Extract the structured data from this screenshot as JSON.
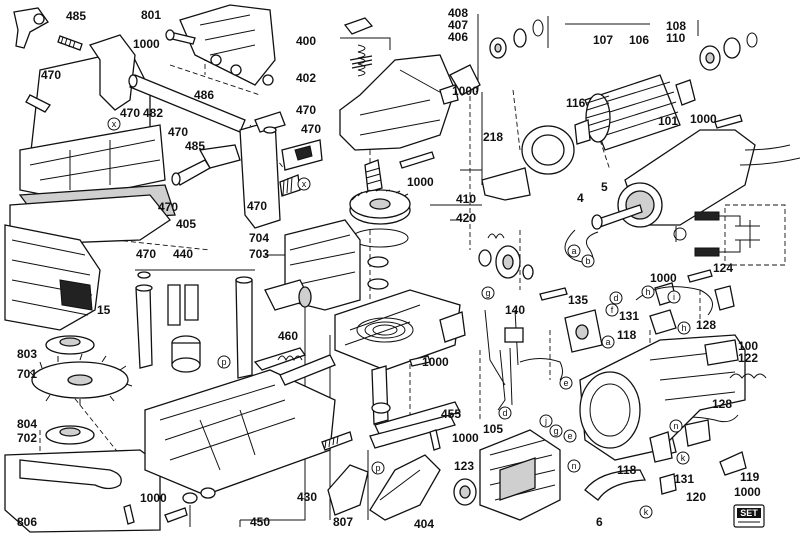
{
  "diagram": {
    "part_labels": [
      {
        "id": "485a",
        "text": "485"
      },
      {
        "id": "801",
        "text": "801"
      },
      {
        "id": "1000a",
        "text": "1000"
      },
      {
        "id": "400",
        "text": "400"
      },
      {
        "id": "408",
        "text": "408"
      },
      {
        "id": "407",
        "text": "407"
      },
      {
        "id": "406",
        "text": "406"
      },
      {
        "id": "108",
        "text": "108"
      },
      {
        "id": "110",
        "text": "110"
      },
      {
        "id": "107",
        "text": "107"
      },
      {
        "id": "106",
        "text": "106"
      },
      {
        "id": "470a",
        "text": "470"
      },
      {
        "id": "402",
        "text": "402"
      },
      {
        "id": "486",
        "text": "486"
      },
      {
        "id": "470b",
        "text": "470"
      },
      {
        "id": "482",
        "text": "482"
      },
      {
        "id": "470c",
        "text": "470"
      },
      {
        "id": "1000b",
        "text": "1000"
      },
      {
        "id": "116",
        "text": "116"
      },
      {
        "id": "101",
        "text": "101"
      },
      {
        "id": "1000c",
        "text": "1000"
      },
      {
        "id": "470d",
        "text": "470"
      },
      {
        "id": "470e",
        "text": "470"
      },
      {
        "id": "485b",
        "text": "485"
      },
      {
        "id": "218",
        "text": "218"
      },
      {
        "id": "1000d",
        "text": "1000"
      },
      {
        "id": "410",
        "text": "410"
      },
      {
        "id": "5",
        "text": "5"
      },
      {
        "id": "470f",
        "text": "470"
      },
      {
        "id": "470g",
        "text": "470"
      },
      {
        "id": "405",
        "text": "405"
      },
      {
        "id": "420",
        "text": "420"
      },
      {
        "id": "4",
        "text": "4"
      },
      {
        "id": "704",
        "text": "704"
      },
      {
        "id": "703",
        "text": "703"
      },
      {
        "id": "470h",
        "text": "470"
      },
      {
        "id": "440",
        "text": "440"
      },
      {
        "id": "1000e",
        "text": "1000"
      },
      {
        "id": "124",
        "text": "124"
      },
      {
        "id": "135",
        "text": "135"
      },
      {
        "id": "140",
        "text": "140"
      },
      {
        "id": "15",
        "text": "15"
      },
      {
        "id": "131a",
        "text": "131"
      },
      {
        "id": "128a",
        "text": "128"
      },
      {
        "id": "460",
        "text": "460"
      },
      {
        "id": "118a",
        "text": "118"
      },
      {
        "id": "100",
        "text": "100"
      },
      {
        "id": "122",
        "text": "122"
      },
      {
        "id": "803",
        "text": "803"
      },
      {
        "id": "1000f",
        "text": "1000"
      },
      {
        "id": "701",
        "text": "701"
      },
      {
        "id": "455",
        "text": "455"
      },
      {
        "id": "128b",
        "text": "128"
      },
      {
        "id": "804",
        "text": "804"
      },
      {
        "id": "702",
        "text": "702"
      },
      {
        "id": "1000g",
        "text": "1000"
      },
      {
        "id": "105",
        "text": "105"
      },
      {
        "id": "123",
        "text": "123"
      },
      {
        "id": "118b",
        "text": "118"
      },
      {
        "id": "119",
        "text": "119"
      },
      {
        "id": "131b",
        "text": "131"
      },
      {
        "id": "120",
        "text": "120"
      },
      {
        "id": "1000h",
        "text": "1000"
      },
      {
        "id": "430",
        "text": "430"
      },
      {
        "id": "1000i",
        "text": "1000"
      },
      {
        "id": "806",
        "text": "806"
      },
      {
        "id": "450",
        "text": "450"
      },
      {
        "id": "807",
        "text": "807"
      },
      {
        "id": "404",
        "text": "404"
      },
      {
        "id": "6",
        "text": "6"
      }
    ],
    "callouts": [
      "x",
      "x",
      "a",
      "b",
      "p",
      "p",
      "g",
      "d",
      "f",
      "a",
      "h",
      "i",
      "h",
      "e",
      "d",
      "j",
      "g",
      "e",
      "n",
      "k",
      "n",
      "k"
    ],
    "set_badge": "SET"
  }
}
